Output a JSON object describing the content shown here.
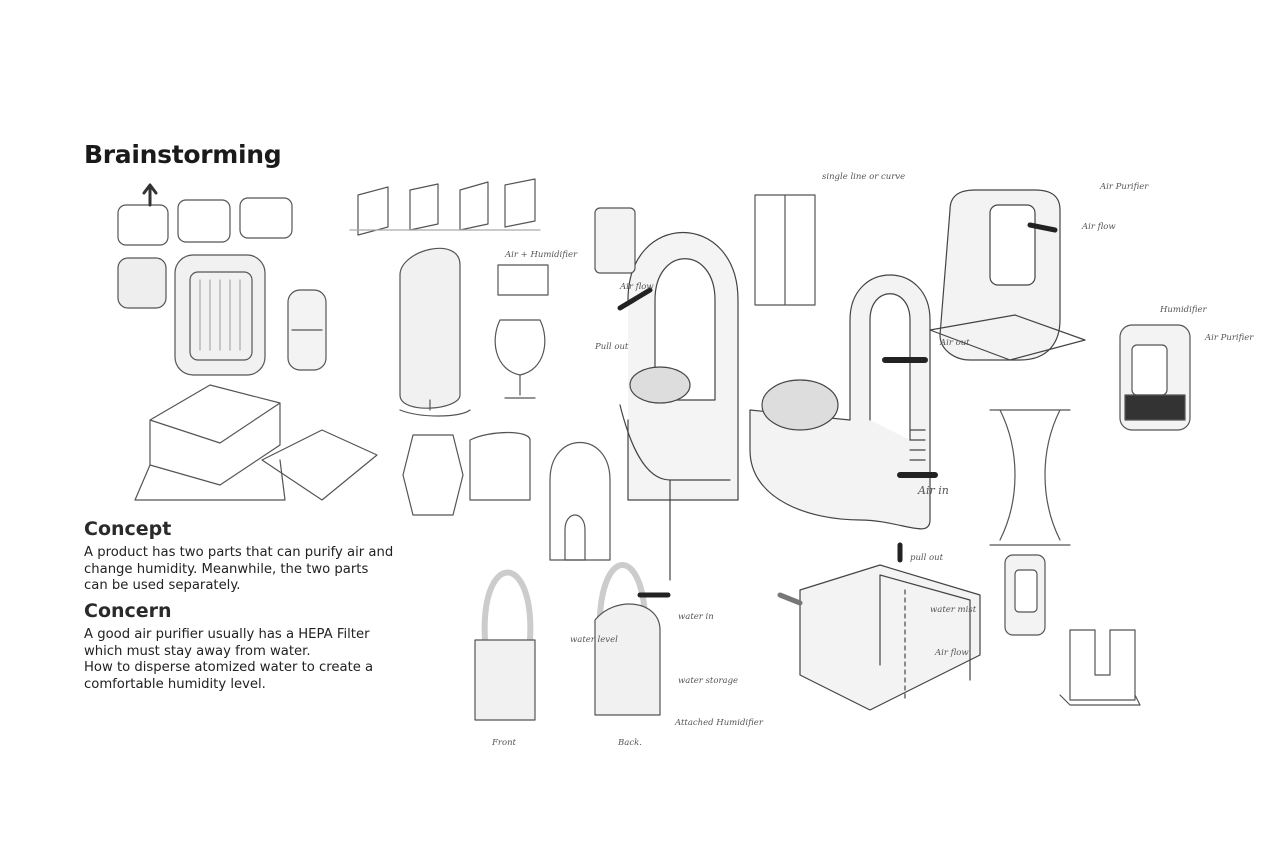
{
  "page": {
    "title": "Brainstorming",
    "concept": {
      "heading": "Concept",
      "lines": [
        "A product has two parts that can purify air and",
        "change humidity. Meanwhile, the two parts",
        "can be used separately."
      ]
    },
    "concern": {
      "heading": "Concern",
      "lines": [
        "A good air purifier usually has a HEPA Filter",
        "which must stay away from water.",
        "How to disperse atomized water to create a",
        "comfortable humidity level."
      ]
    }
  },
  "sketch_notes": {
    "air_flow_1": "Air flow",
    "pull_out_1": "Pull out",
    "air_out": "Air out",
    "air_in": "Air in",
    "air_purifier_1": "Air Purifier",
    "air_flow_2": "Air flow",
    "air_purifier_2": "Air Purifier",
    "humidifier": "Humidifier",
    "water_in": "water in",
    "water_storage": "water storage",
    "attached_humidifier": "Attached Humidifier",
    "front": "Front",
    "back": "Back.",
    "pull_out_2": "pull out",
    "water_mist": "water mist",
    "air_flow_3": "Air flow",
    "air_humidifier": "Air + Humidifier",
    "water_level": "water level",
    "single_line": "single line or curve"
  }
}
